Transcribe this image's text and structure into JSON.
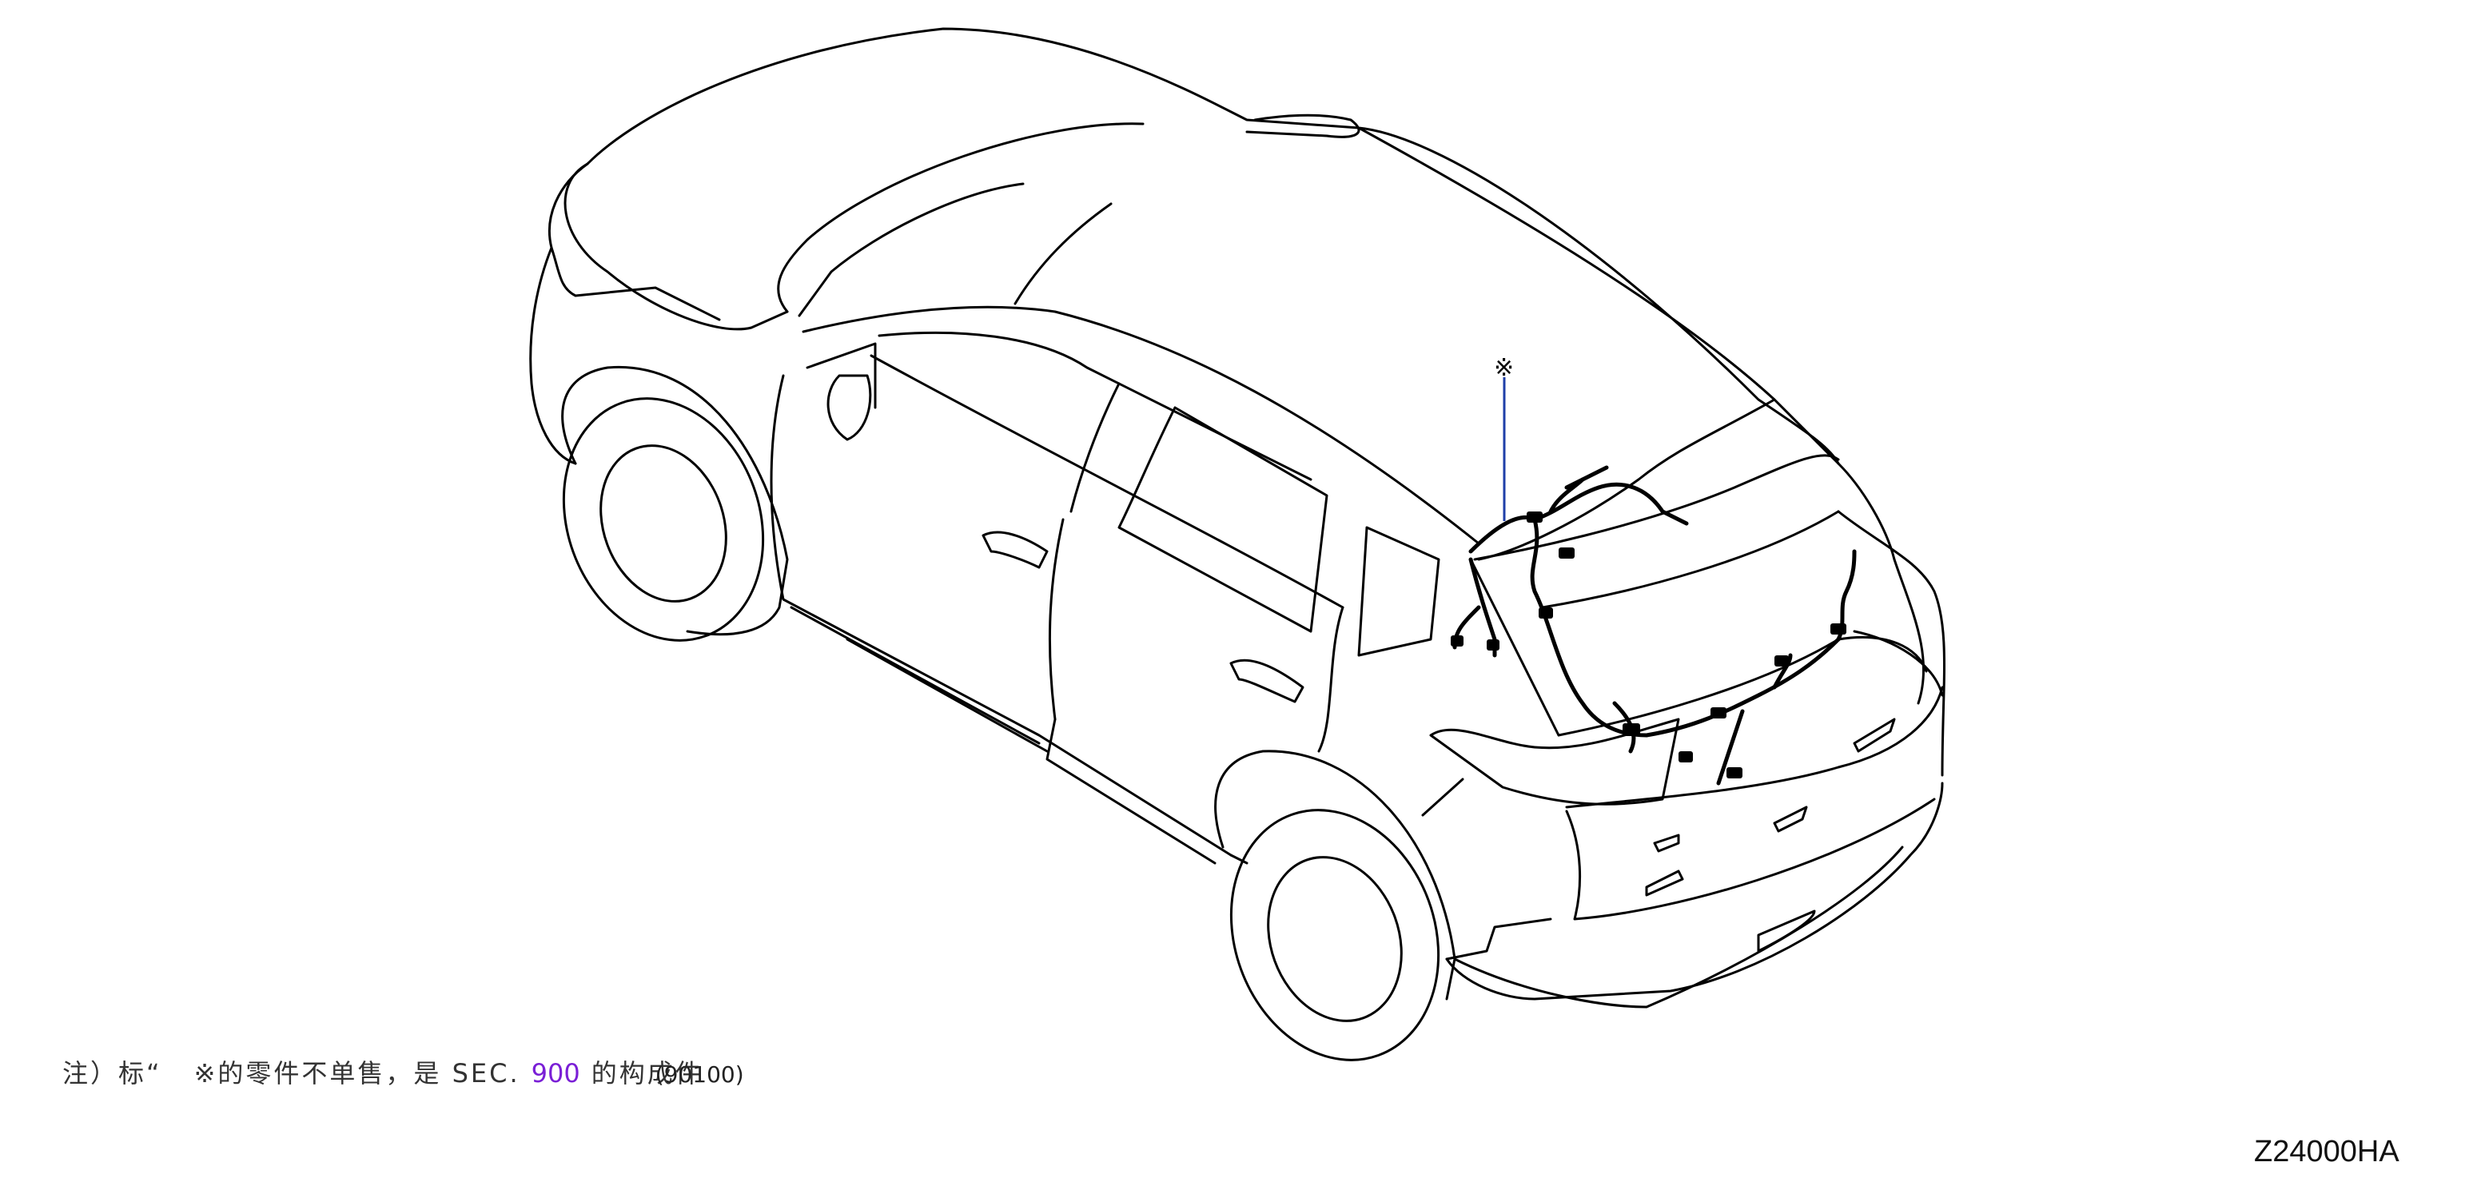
{
  "diagram": {
    "callout_symbol": "※",
    "figure_code": "Z24000HA"
  },
  "note": {
    "prefix": "注）标“",
    "symbol": "※",
    "text1": "的零件不单售，是 SEC.",
    "section_link": "900",
    "text2": "的构成件",
    "code": "(90100)"
  },
  "colors": {
    "callout_line": "#1f3fa8",
    "link": "#7a1fd6",
    "outline": "#000000"
  }
}
